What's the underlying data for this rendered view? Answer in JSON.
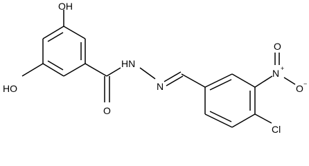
{
  "molecule": {
    "atoms": {
      "oh_top": "OH",
      "oh_left": "HO",
      "carbonyl_o": "O",
      "nh": "HN",
      "n2": "N",
      "nitro_n": "N",
      "nitro_o_top": "O",
      "nitro_o_right": "O",
      "cl": "Cl"
    },
    "charges": {
      "nitro_n_plus": "+",
      "nitro_o_minus": "−"
    }
  }
}
